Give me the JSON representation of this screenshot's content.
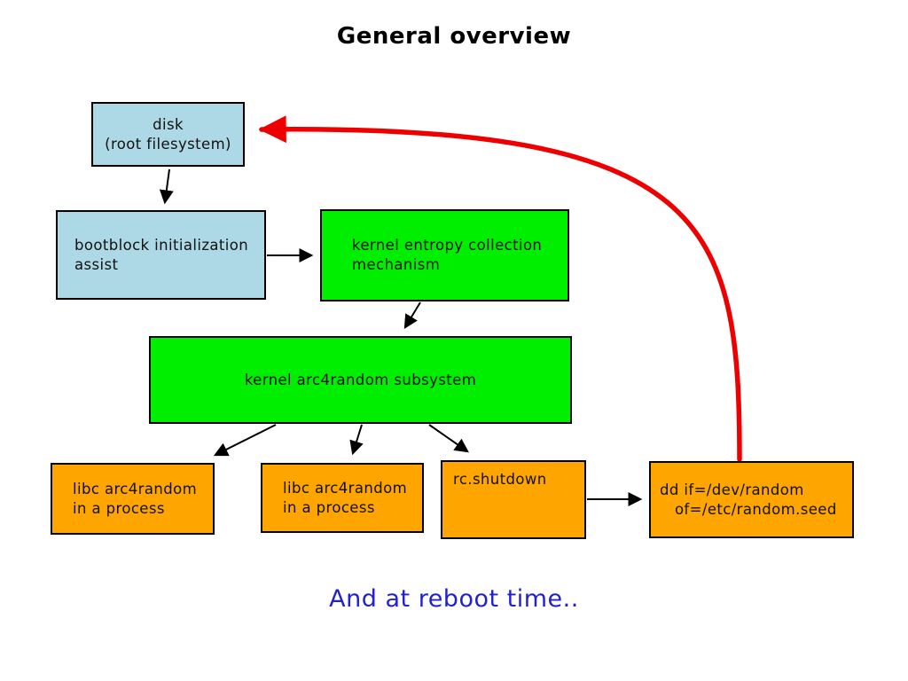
{
  "title": "General overview",
  "footer": {
    "text": "And at reboot time..",
    "color": "#2222cc"
  },
  "colors": {
    "box_blue": "#add8e6",
    "box_green": "#00ee00",
    "box_orange": "#ffa500",
    "arrow_black": "#000000",
    "arrow_red": "#ee0000",
    "border": "#000000",
    "title_text": "#000000"
  },
  "nodes": {
    "disk": {
      "label": "disk\n(root filesystem)"
    },
    "bootblock": {
      "label": "bootblock initialization\nassist"
    },
    "entropy": {
      "label": "kernel entropy collection\nmechanism"
    },
    "arc4": {
      "label": "kernel arc4random subsystem"
    },
    "libc1": {
      "label": "libc arc4random\nin a process"
    },
    "libc2": {
      "label": "libc arc4random\nin a process"
    },
    "rcshutdown": {
      "label": "rc.shutdown"
    },
    "dd": {
      "label": "dd if=/dev/random\n   of=/etc/random.seed"
    }
  },
  "edges": [
    {
      "from": "disk",
      "to": "bootblock",
      "style": "black"
    },
    {
      "from": "bootblock",
      "to": "entropy",
      "style": "black"
    },
    {
      "from": "entropy",
      "to": "arc4",
      "style": "black"
    },
    {
      "from": "arc4",
      "to": "libc1",
      "style": "black"
    },
    {
      "from": "arc4",
      "to": "libc2",
      "style": "black"
    },
    {
      "from": "arc4",
      "to": "rcshutdown",
      "style": "black"
    },
    {
      "from": "rcshutdown",
      "to": "dd",
      "style": "black"
    },
    {
      "from": "dd",
      "to": "disk",
      "style": "red-thick-curve"
    }
  ]
}
